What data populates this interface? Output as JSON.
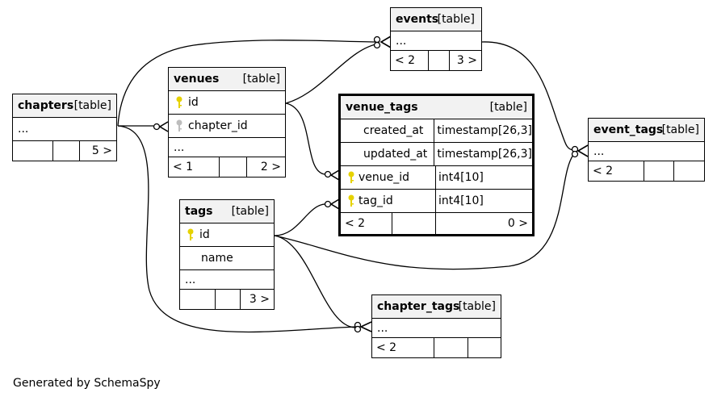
{
  "colors": {
    "key_primary": "#e6d200",
    "key_foreign": "#bdbdbd",
    "header_bg": "#f2f2f2"
  },
  "footer": "Generated by SchemaSpy",
  "type_label": "[table]",
  "tables": {
    "chapters": {
      "name": "chapters",
      "ellipsis": "...",
      "nav": [
        "",
        "",
        "5 >"
      ]
    },
    "events": {
      "name": "events",
      "ellipsis": "...",
      "nav": [
        "< 2",
        "",
        "3 >"
      ]
    },
    "venues": {
      "name": "venues",
      "cols": [
        "id",
        "chapter_id"
      ],
      "ellipsis": "...",
      "nav": [
        "< 1",
        "",
        "2 >"
      ]
    },
    "venue_tags": {
      "name": "venue_tags",
      "cols": [
        {
          "name": "created_at",
          "type": "timestamp[26,3]"
        },
        {
          "name": "updated_at",
          "type": "timestamp[26,3]"
        },
        {
          "name": "venue_id",
          "type": "int4[10]"
        },
        {
          "name": "tag_id",
          "type": "int4[10]"
        }
      ],
      "nav": [
        "< 2",
        "",
        "0 >"
      ]
    },
    "event_tags": {
      "name": "event_tags",
      "ellipsis": "...",
      "nav": [
        "< 2",
        "",
        ""
      ]
    },
    "tags": {
      "name": "tags",
      "cols": [
        "id",
        "name"
      ],
      "ellipsis": "...",
      "nav": [
        "",
        "",
        "3 >"
      ]
    },
    "chapter_tags": {
      "name": "chapter_tags",
      "ellipsis": "...",
      "nav": [
        "< 2",
        "",
        ""
      ]
    }
  }
}
